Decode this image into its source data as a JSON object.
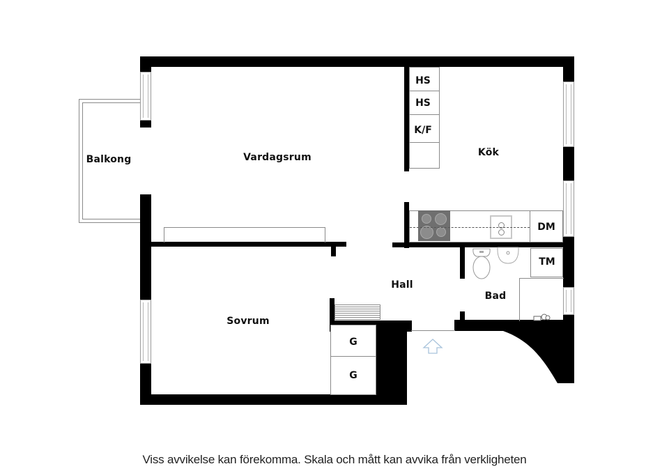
{
  "plan": {
    "rooms": [
      {
        "id": "balkong",
        "label": "Balkong"
      },
      {
        "id": "vardagsrum",
        "label": "Vardagsrum"
      },
      {
        "id": "kok",
        "label": "Kök"
      },
      {
        "id": "sovrum",
        "label": "Sovrum"
      },
      {
        "id": "hall",
        "label": "Hall"
      },
      {
        "id": "bad",
        "label": "Bad"
      }
    ],
    "fixtures": {
      "hs1": "HS",
      "hs2": "HS",
      "kf": "K/F",
      "dm": "DM",
      "tm": "TM",
      "g1": "G",
      "g2": "G"
    },
    "entrance_icon": "entrance-arrow-icon"
  },
  "colors": {
    "wall": "#000000",
    "thin_line": "#8a8a8a",
    "stove": "#6f6f6f",
    "entrance_arrow": "#a9c4dc"
  },
  "footer": {
    "disclaimer": "Viss avvikelse kan förekomma. Skala och mått kan avvika från verkligheten"
  }
}
